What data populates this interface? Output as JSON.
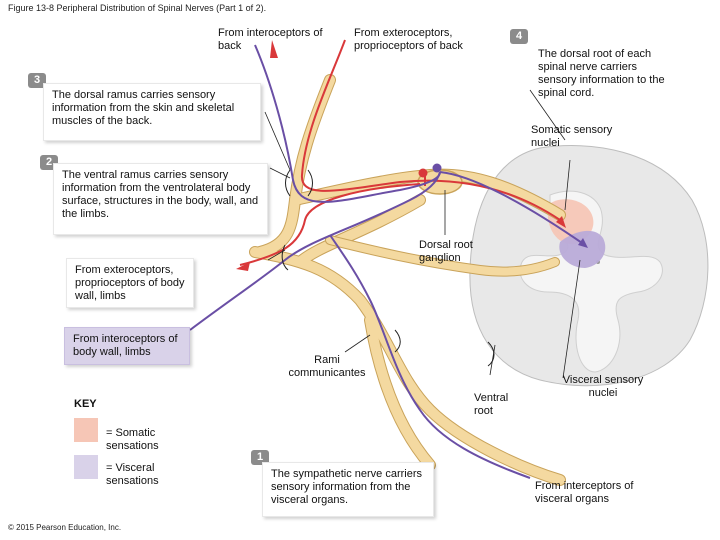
{
  "title": "Figure 13-8 Peripheral Distribution of Spinal Nerves (Part 1 of 2).",
  "labels": {
    "from_interoceptors_back": "From interoceptors of back",
    "from_exteroceptors_back": "From exteroceptors, proprioceptors of back",
    "dorsal_root_desc": "The dorsal root of each spinal nerve carriers sensory information to the spinal cord.",
    "somatic_sensory_nuclei": "Somatic sensory nuclei",
    "dorsal_root_ganglion": "Dorsal root ganglion",
    "rami_communicantes": "Rami communicantes",
    "ventral_root": "Ventral root",
    "visceral_sensory_nuclei": "Visceral sensory nuclei",
    "from_interceptors_visceral": "From interceptors of visceral organs"
  },
  "boxes": {
    "dorsal_ramus": "The dorsal ramus carries sensory information from the skin and skeletal muscles of the back.",
    "ventral_ramus": "The ventral ramus carries sensory information from the ventrolateral body surface, structures in the body, wall, and the limbs.",
    "from_exteroceptors_wall": "From exteroceptors, proprioceptors of body wall, limbs",
    "from_interoceptors_wall": "From interoceptors of body wall, limbs",
    "sympathetic": "The sympathetic nerve carriers sensory information from the visceral organs."
  },
  "steps": {
    "s1": "1",
    "s2": "2",
    "s3": "3",
    "s4": "4"
  },
  "key": {
    "title": "KEY",
    "somatic": "= Somatic sensations",
    "visceral": "= Visceral sensations"
  },
  "copyright": "© 2015 Pearson Education, Inc.",
  "colors": {
    "nerve": "#f4d9a0",
    "nerve_outline": "#c9a35a",
    "somatic": "#d9383a",
    "visceral": "#6a4fa5",
    "somatic_key": "#f6c6b6",
    "visceral_key": "#d9d2e9",
    "cord": "#e6e6e6",
    "grey_matter": "#f3f3f3"
  }
}
